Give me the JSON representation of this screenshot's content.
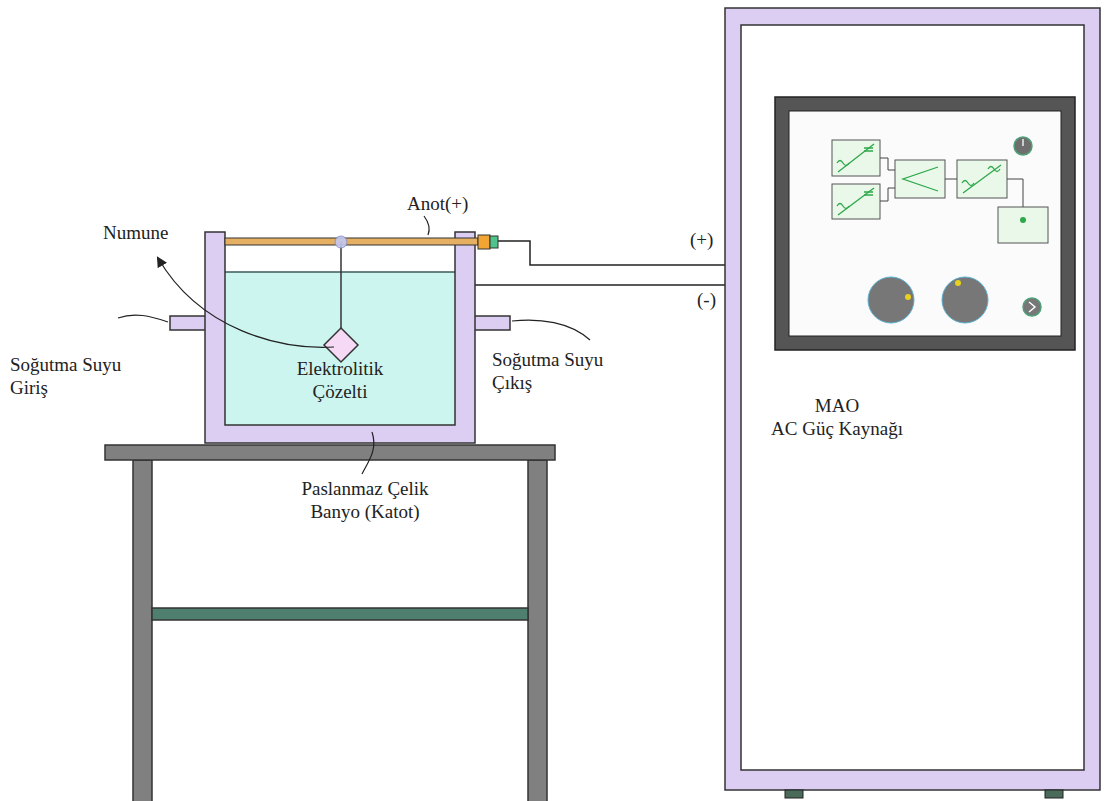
{
  "diagram": {
    "nodes": [
      {
        "text": [
          "Elektrolitik Çözelti"
        ]
      },
      {
        "text": [
          "MAO",
          "AC Güç Kaynağı"
        ]
      }
    ],
    "edges": [
      {
        "from": 1,
        "to": 0,
        "label": "(+)",
        "arrow": "none"
      },
      {
        "from": 1,
        "to": 0,
        "label": "(-)",
        "arrow": "none"
      }
    ],
    "labels": [
      "Anot(+)",
      "Numune",
      "Soğutma Suyu Giriş",
      "Soğutma Suyu Çıkış",
      "Paslanmaz Çelik Banyo (Katot)"
    ]
  }
}
